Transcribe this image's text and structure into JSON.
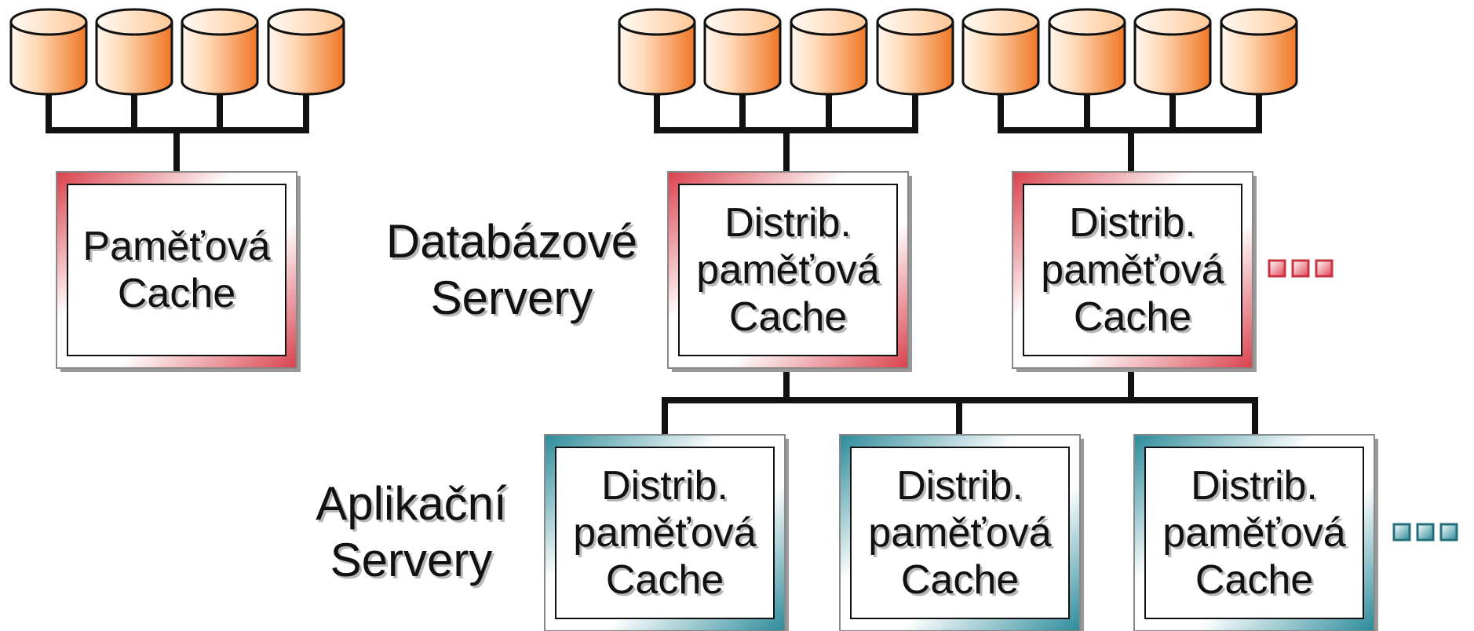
{
  "diagram": {
    "left_cache": {
      "lines": [
        "Paměťová",
        "Cache"
      ]
    },
    "db_servers": {
      "label_lines": [
        "Databázové",
        "Servery"
      ],
      "boxes": [
        {
          "lines": [
            "Distrib.",
            "paměťová",
            "Cache"
          ]
        },
        {
          "lines": [
            "Distrib.",
            "paměťová",
            "Cache"
          ]
        }
      ]
    },
    "app_servers": {
      "label_lines": [
        "Aplikační",
        "Servery"
      ],
      "boxes": [
        {
          "lines": [
            "Distrib.",
            "paměťová",
            "Cache"
          ]
        },
        {
          "lines": [
            "Distrib.",
            "paměťová",
            "Cache"
          ]
        },
        {
          "lines": [
            "Distrib.",
            "paměťová",
            "Cache"
          ]
        }
      ]
    },
    "colors": {
      "disk_fill_light": "#fff3e6",
      "disk_fill_dark": "#f07c2a",
      "db_accent": "#d9404b",
      "app_accent": "#2a8a99",
      "line": "#111111"
    }
  }
}
